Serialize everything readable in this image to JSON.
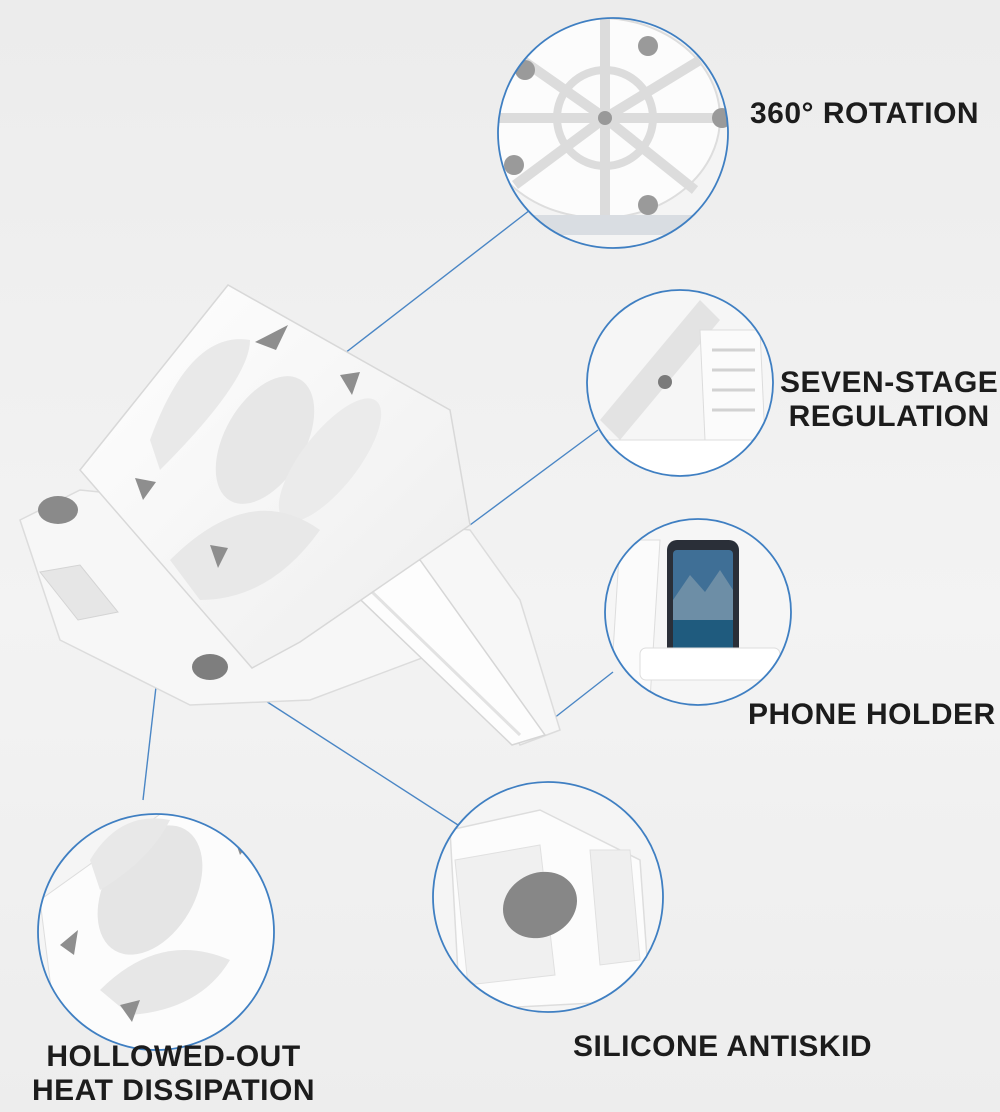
{
  "colors": {
    "background": "#efefef",
    "product_white": "#fbfbfb",
    "silicone_gray": "#8a8a8a",
    "callout_ring": "#3f7fc2",
    "label_text": "#1c1c1c"
  },
  "callouts": {
    "rotation": {
      "label": "360° ROTATION"
    },
    "regulation": {
      "label_line1": "SEVEN-STAGE",
      "label_line2": "REGULATION"
    },
    "phone_holder": {
      "label": "PHONE HOLDER"
    },
    "antiskid": {
      "label": "SILICONE ANTISKID"
    },
    "heat": {
      "label_line1": "HOLLOWED-OUT",
      "label_line2": "HEAT DISSIPATION"
    }
  }
}
